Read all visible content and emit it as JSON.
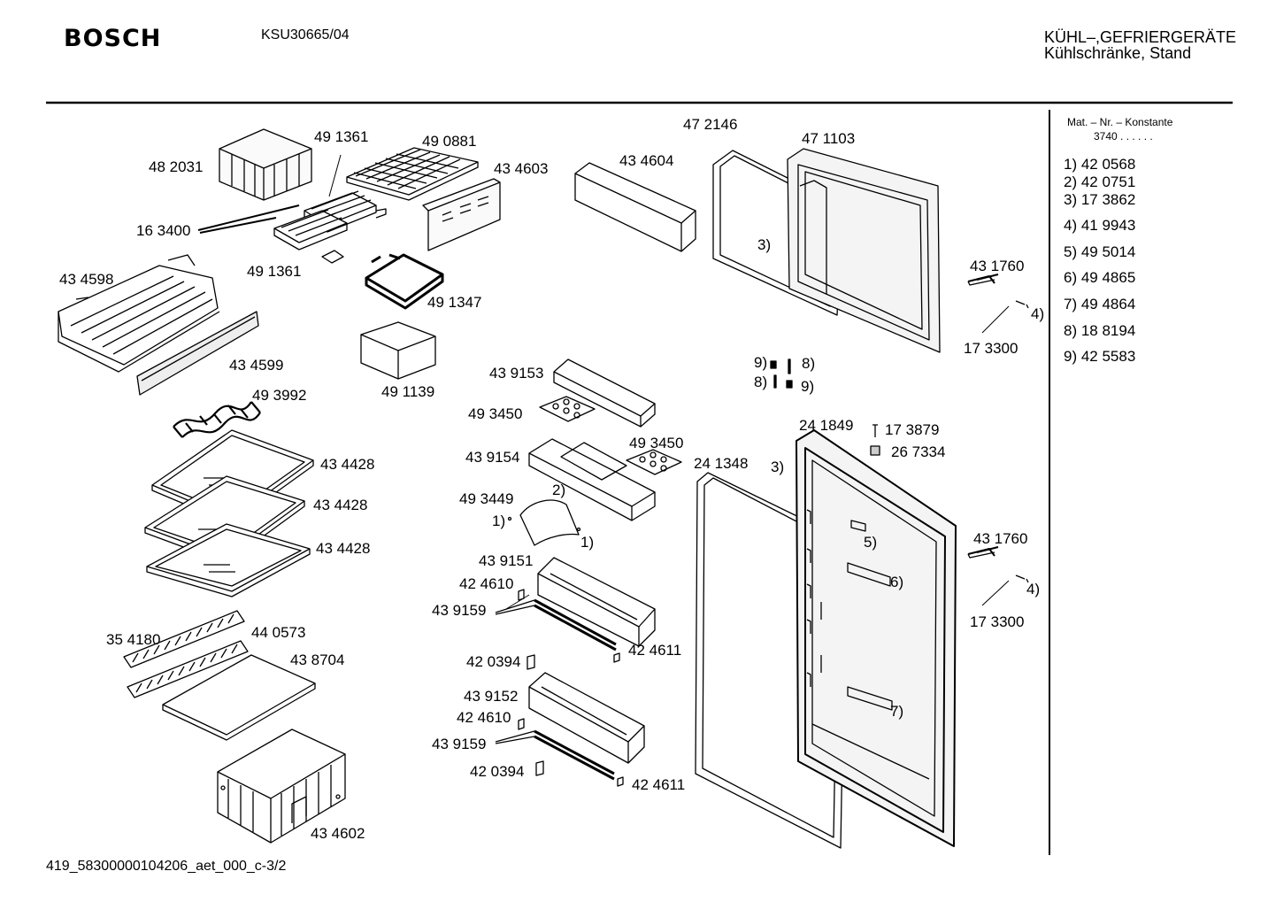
{
  "header": {
    "brand": "BOSCH",
    "model": "KSU30665/04",
    "category_line1": "KÜHL–,GEFRIERGERÄTE",
    "category_line2": "Kühlschränke, Stand"
  },
  "legend": {
    "title": "Mat. – Nr. – Konstante",
    "constant": "3740 .  .   .  .  .  .",
    "items": [
      "1)  42 0568",
      "2)  42 0751",
      "3)  17 3862",
      "4)  41 9943",
      "5)  49 5014",
      "6)  49 4865",
      "7)  49 4864",
      "8)  18 8194",
      "9)  42 5583"
    ]
  },
  "parts": [
    "48 2031",
    "49 1361",
    "49 0881",
    "16 3400",
    "43 4603",
    "49 1361",
    "43 4598",
    "49 1347",
    "43 4599",
    "49 1139",
    "49 3992",
    "43 4428",
    "43 4428",
    "43 4428",
    "35 4180",
    "44 0573",
    "43 8704",
    "43 4602",
    "43 4604",
    "43 9153",
    "49 3450",
    "43 9154",
    "49 3450",
    "2)",
    "49 3449",
    "1)",
    "1)",
    "43 9151",
    "42 4610",
    "43 9159",
    "42 4611",
    "42 0394",
    "43 9152",
    "42 4610",
    "43 9159",
    "42 0394",
    "42 4611",
    "47 2146",
    "47 1103",
    "3)",
    "43 1760",
    "4)",
    "17 3300",
    "9)",
    "8)",
    "8)",
    "9)",
    "24 1849",
    "17 3879",
    "26 7334",
    "24 1348",
    "3)",
    "5)",
    "6)",
    "7)",
    "43 1760",
    "4)",
    "17 3300"
  ],
  "footer": {
    "code": "419_58300000104206_aet_000_c-3/2"
  }
}
